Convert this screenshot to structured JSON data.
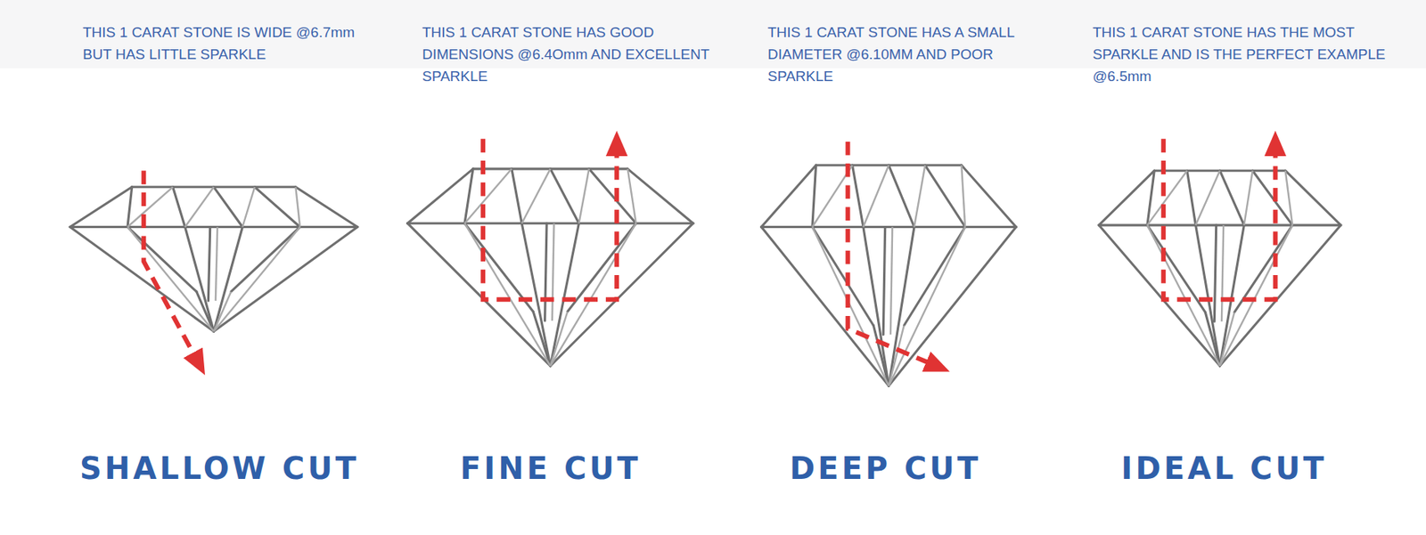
{
  "diagram": {
    "labels": [
      "THIS 1 CARAT STONE IS WIDE @6.7mm BUT HAS LITTLE SPARKLE",
      "THIS 1 CARAT STONE HAS GOOD DIMENSIONS @6.4Omm AND EXCELLENT SPARKLE",
      "THIS 1 CARAT STONE HAS A SMALL DIAMETER @6.10MM AND POOR SPARKLE",
      "THIS 1 CARAT STONE HAS THE MOST SPARKLE AND IS THE PERFECT EXAMPLE @6.5mm",
      "SHALLOW CUT",
      "FINE CUT",
      "DEEP CUT",
      "IDEAL CUT"
    ]
  }
}
